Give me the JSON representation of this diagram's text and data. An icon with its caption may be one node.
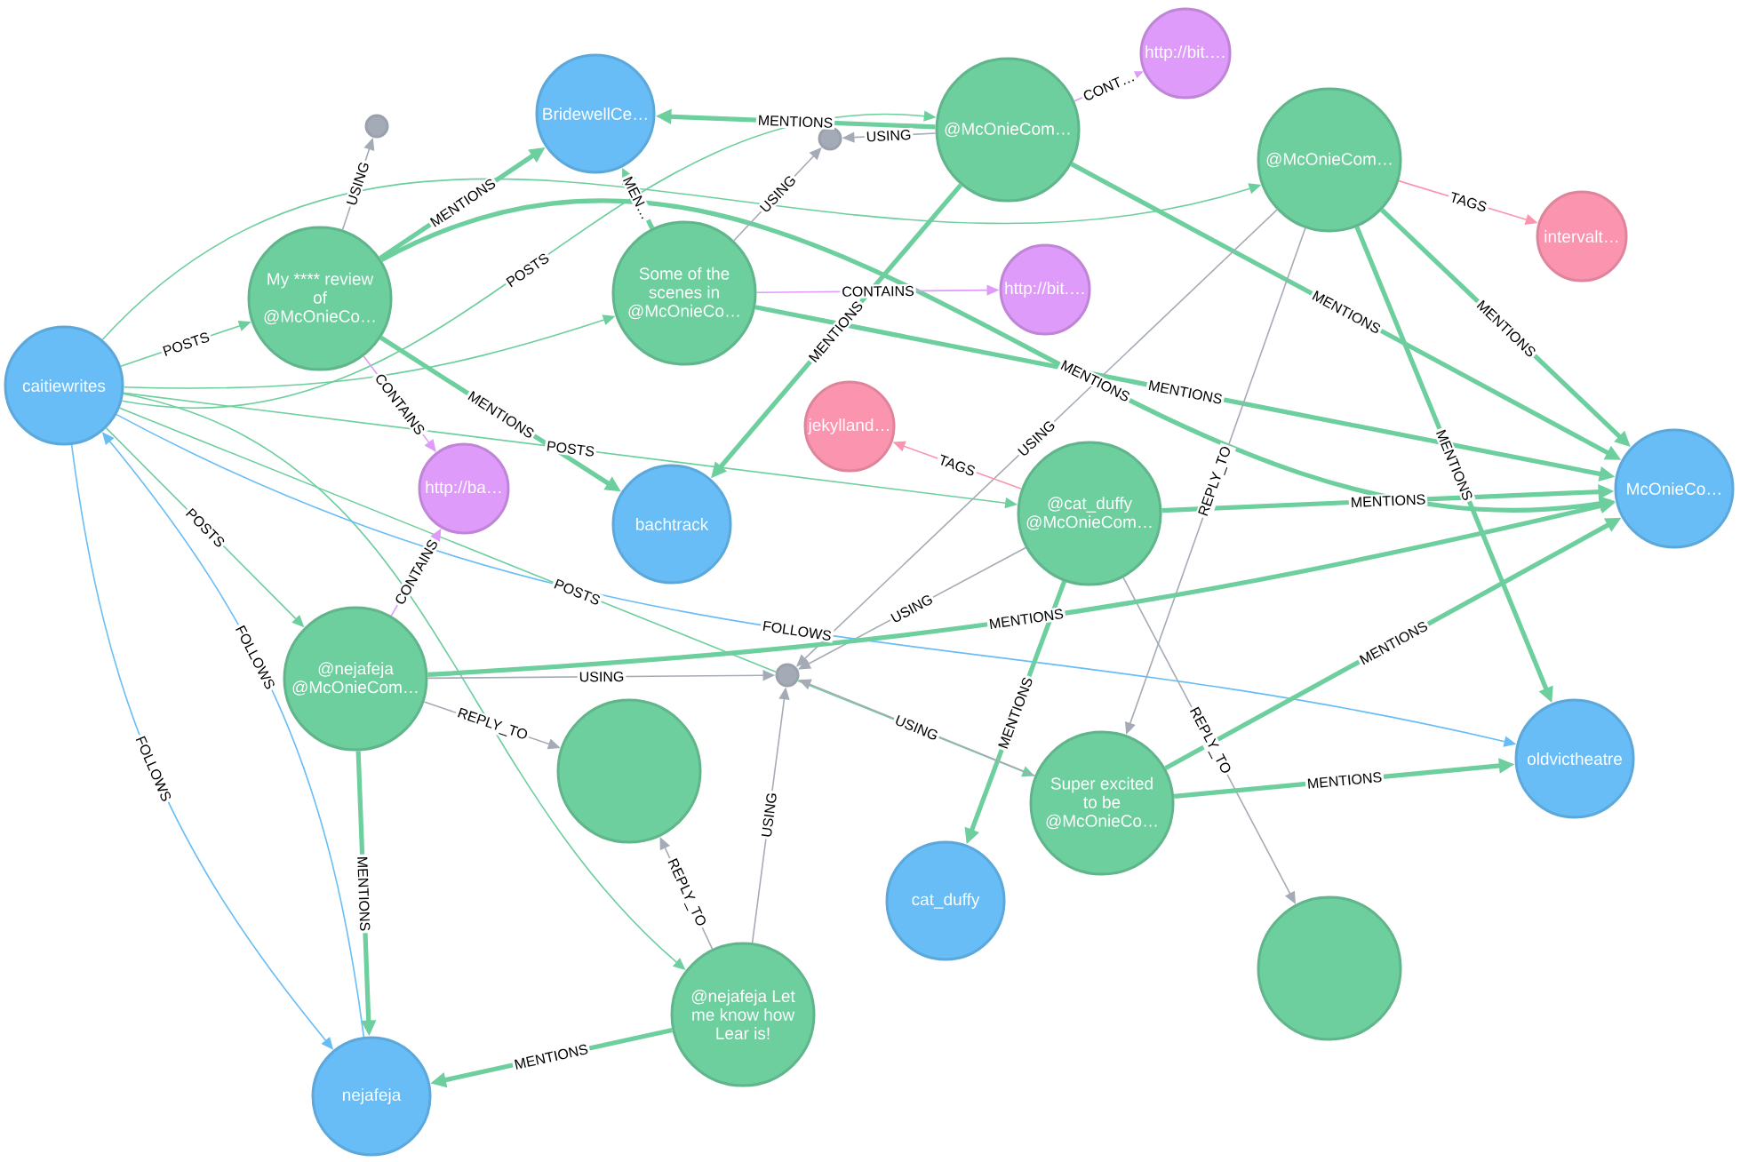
{
  "diagram": {
    "nodes": [
      {
        "text": [
          "caitiewrites"
        ]
      },
      {
        "text": [
          "My **** review of @McOnieCo…"
        ]
      },
      {
        "text": [
          "BridewellCe…"
        ]
      },
      {
        "text": [],
        "shape": "circle"
      },
      {
        "text": [
          "Some of the scenes in @McOnieCo…"
        ]
      },
      {
        "text": [],
        "shape": "circle"
      },
      {
        "text": [
          "@McOnieCom…"
        ]
      },
      {
        "text": [
          "http://bit.…"
        ]
      },
      {
        "text": [
          "@McOnieCom…"
        ]
      },
      {
        "text": [
          "intervalt…"
        ]
      },
      {
        "text": [
          "http://bit.…"
        ]
      },
      {
        "text": [
          "http://ba…"
        ]
      },
      {
        "text": [
          "bachtrack"
        ]
      },
      {
        "text": [
          "jekylland…"
        ]
      },
      {
        "text": [
          "@cat_duffy @McOnieCom…"
        ]
      },
      {
        "text": [
          "McOnieCo…"
        ]
      },
      {
        "text": [
          "@nejafeja @McOnieCom…"
        ]
      },
      {
        "text": [],
        "shape": "circle"
      },
      {
        "text": [],
        "shape": "circle"
      },
      {
        "text": [
          "Super excited to be @McOnieCo…"
        ]
      },
      {
        "text": [
          "oldvictheatre"
        ]
      },
      {
        "text": [
          "cat_duffy"
        ]
      },
      {
        "text": [],
        "shape": "circle"
      },
      {
        "text": [
          "@nejafeja Let me know how Lear is!"
        ]
      },
      {
        "text": [
          "nejafeja"
        ]
      }
    ],
    "edges": [
      {
        "from": 0,
        "to": 1,
        "arrow": "to",
        "label": "POSTS"
      },
      {
        "from": 0,
        "to": 4,
        "arrow": "to"
      },
      {
        "from": 0,
        "to": 6,
        "arrow": "to",
        "label": "POSTS"
      },
      {
        "from": 0,
        "to": 8,
        "arrow": "to"
      },
      {
        "from": 0,
        "to": 14,
        "arrow": "to",
        "label": "POSTS"
      },
      {
        "from": 0,
        "to": 16,
        "arrow": "to",
        "label": "POSTS"
      },
      {
        "from": 0,
        "to": 19,
        "arrow": "to",
        "label": "POSTS"
      },
      {
        "from": 0,
        "to": 23,
        "arrow": "to"
      },
      {
        "from": 0,
        "to": 20,
        "arrow": "to",
        "label": "FOLLOWS",
        "color": "#68bdf6"
      },
      {
        "from": 0,
        "to": 24,
        "arrow": "to",
        "label": "FOLLOWS",
        "color": "#68bdf6"
      },
      {
        "from": 24,
        "to": 0,
        "arrow": "to",
        "label": "FOLLOWS",
        "color": "#68bdf6"
      },
      {
        "from": 1,
        "to": 3,
        "arrow": "to",
        "label": "USING",
        "color": "#a5abb6"
      },
      {
        "from": 1,
        "to": 2,
        "arrow": "to",
        "label": "MENTIONS",
        "style": "thick"
      },
      {
        "from": 1,
        "to": 11,
        "arrow": "to",
        "label": "CONTAINS",
        "color": "#de9bf9"
      },
      {
        "from": 1,
        "to": 12,
        "arrow": "to",
        "label": "MENTIONS",
        "style": "thick"
      },
      {
        "from": 1,
        "to": 15,
        "arrow": "to",
        "label": "MENTIONS",
        "style": "thick"
      },
      {
        "from": 4,
        "to": 2,
        "arrow": "to",
        "label": "MEN…",
        "style": "thick"
      },
      {
        "from": 4,
        "to": 5,
        "arrow": "to",
        "label": "USING",
        "color": "#a5abb6"
      },
      {
        "from": 4,
        "to": 10,
        "arrow": "to",
        "label": "CONTAINS",
        "color": "#de9bf9"
      },
      {
        "from": 4,
        "to": 15,
        "arrow": "to",
        "label": "MENTIONS",
        "style": "thick"
      },
      {
        "from": 6,
        "to": 2,
        "arrow": "to",
        "label": "MENTIONS",
        "style": "thick"
      },
      {
        "from": 6,
        "to": 5,
        "arrow": "to",
        "label": "USING",
        "color": "#a5abb6"
      },
      {
        "from": 6,
        "to": 7,
        "arrow": "to",
        "label": "CONT…",
        "color": "#de9bf9"
      },
      {
        "from": 6,
        "to": 12,
        "arrow": "to",
        "label": "MENTIONS",
        "style": "thick"
      },
      {
        "from": 6,
        "to": 15,
        "arrow": "to",
        "label": "MENTIONS",
        "style": "thick"
      },
      {
        "from": 8,
        "to": 9,
        "arrow": "to",
        "label": "TAGS",
        "color": "#fb95af"
      },
      {
        "from": 8,
        "to": 15,
        "arrow": "to",
        "label": "MENTIONS",
        "style": "thick"
      },
      {
        "from": 8,
        "to": 20,
        "arrow": "to",
        "label": "MENTIONS",
        "style": "thick"
      },
      {
        "from": 8,
        "to": 18,
        "arrow": "to",
        "label": "USING",
        "color": "#a5abb6"
      },
      {
        "from": 8,
        "to": 19,
        "arrow": "to",
        "label": "REPLY_TO",
        "color": "#a5abb6"
      },
      {
        "from": 14,
        "to": 13,
        "arrow": "to",
        "label": "TAGS",
        "color": "#fb95af"
      },
      {
        "from": 14,
        "to": 15,
        "arrow": "to",
        "label": "MENTIONS",
        "style": "thick"
      },
      {
        "from": 14,
        "to": 21,
        "arrow": "to",
        "label": "MENTIONS",
        "style": "thick"
      },
      {
        "from": 14,
        "to": 18,
        "arrow": "to",
        "label": "USING",
        "color": "#a5abb6"
      },
      {
        "from": 14,
        "to": 22,
        "arrow": "to",
        "label": "REPLY_TO",
        "color": "#a5abb6"
      },
      {
        "from": 16,
        "to": 24,
        "arrow": "to",
        "label": "MENTIONS",
        "style": "thick"
      },
      {
        "from": 16,
        "to": 18,
        "arrow": "to",
        "label": "USING",
        "color": "#a5abb6"
      },
      {
        "from": 16,
        "to": 17,
        "arrow": "to",
        "label": "REPLY_TO",
        "color": "#a5abb6"
      },
      {
        "from": 16,
        "to": 15,
        "arrow": "to",
        "label": "MENTIONS",
        "style": "thick"
      },
      {
        "from": 16,
        "to": 11,
        "arrow": "to",
        "label": "CONTAINS",
        "color": "#de9bf9"
      },
      {
        "from": 19,
        "to": 20,
        "arrow": "to",
        "label": "MENTIONS",
        "style": "thick"
      },
      {
        "from": 19,
        "to": 15,
        "arrow": "to",
        "label": "MENTIONS",
        "style": "thick"
      },
      {
        "from": 19,
        "to": 18,
        "arrow": "to",
        "label": "USING",
        "color": "#a5abb6"
      },
      {
        "from": 23,
        "to": 24,
        "arrow": "to",
        "label": "MENTIONS",
        "style": "thick"
      },
      {
        "from": 23,
        "to": 18,
        "arrow": "to",
        "label": "USING",
        "color": "#a5abb6"
      },
      {
        "from": 23,
        "to": 17,
        "arrow": "to",
        "label": "REPLY_TO",
        "color": "#a5abb6"
      }
    ]
  }
}
